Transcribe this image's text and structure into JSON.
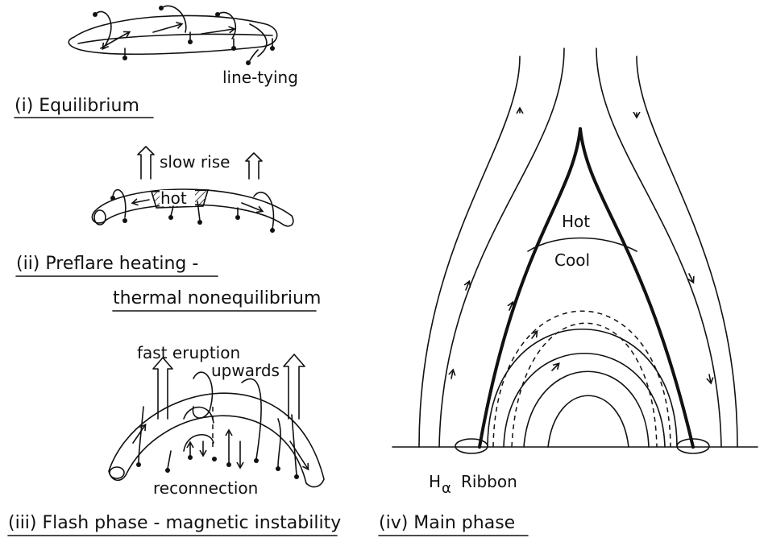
{
  "panel1": {
    "caption": "(i) Equilibrium",
    "annotation": "line-tying"
  },
  "panel2": {
    "caption_line1": "(ii) Preflare heating -",
    "caption_line2": "thermal nonequilibrium",
    "rise_label": "slow rise",
    "hot_label": "hot"
  },
  "panel3": {
    "caption": "(iii) Flash phase - magnetic instability",
    "eruption_label_1": "fast eruption",
    "eruption_label_2": "upwards",
    "reconnection_label": "reconnection"
  },
  "panel4": {
    "caption": "(iv) Main phase",
    "hot_label": "Hot",
    "cool_label": "Cool",
    "ribbon_main": "H",
    "ribbon_sub": "α",
    "ribbon_tail": "Ribbon"
  }
}
